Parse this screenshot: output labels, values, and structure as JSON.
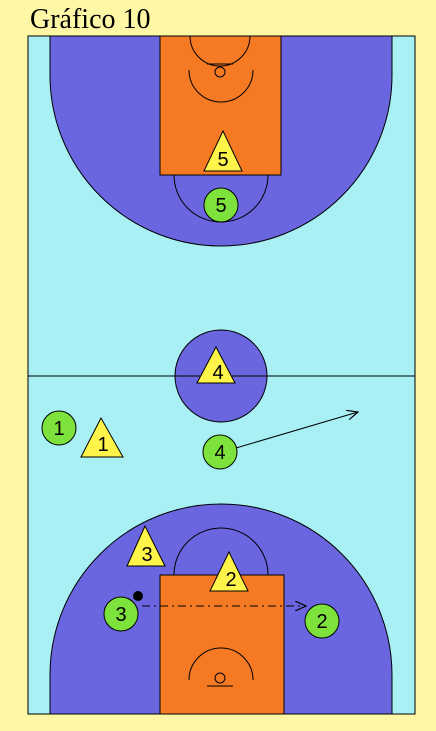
{
  "title": "Gráfico 10",
  "colors": {
    "background": "#fdf7a6",
    "court_floor": "#a8f0f4",
    "zone": "#6a66df",
    "paint": "#f57a23",
    "line": "#000000",
    "offense_player": "#7ee23d",
    "defense_player": "#fff44a"
  },
  "offense_players": [
    {
      "label": "5"
    },
    {
      "label": "1"
    },
    {
      "label": "4"
    },
    {
      "label": "3"
    },
    {
      "label": "2"
    }
  ],
  "defense_players": [
    {
      "label": "5"
    },
    {
      "label": "4"
    },
    {
      "label": "1"
    },
    {
      "label": "3"
    },
    {
      "label": "2"
    }
  ],
  "actions": [
    {
      "type": "cut",
      "from_player": "4"
    },
    {
      "type": "pass",
      "from_player": "3",
      "to_player": "2"
    }
  ],
  "ball_holder": "3"
}
